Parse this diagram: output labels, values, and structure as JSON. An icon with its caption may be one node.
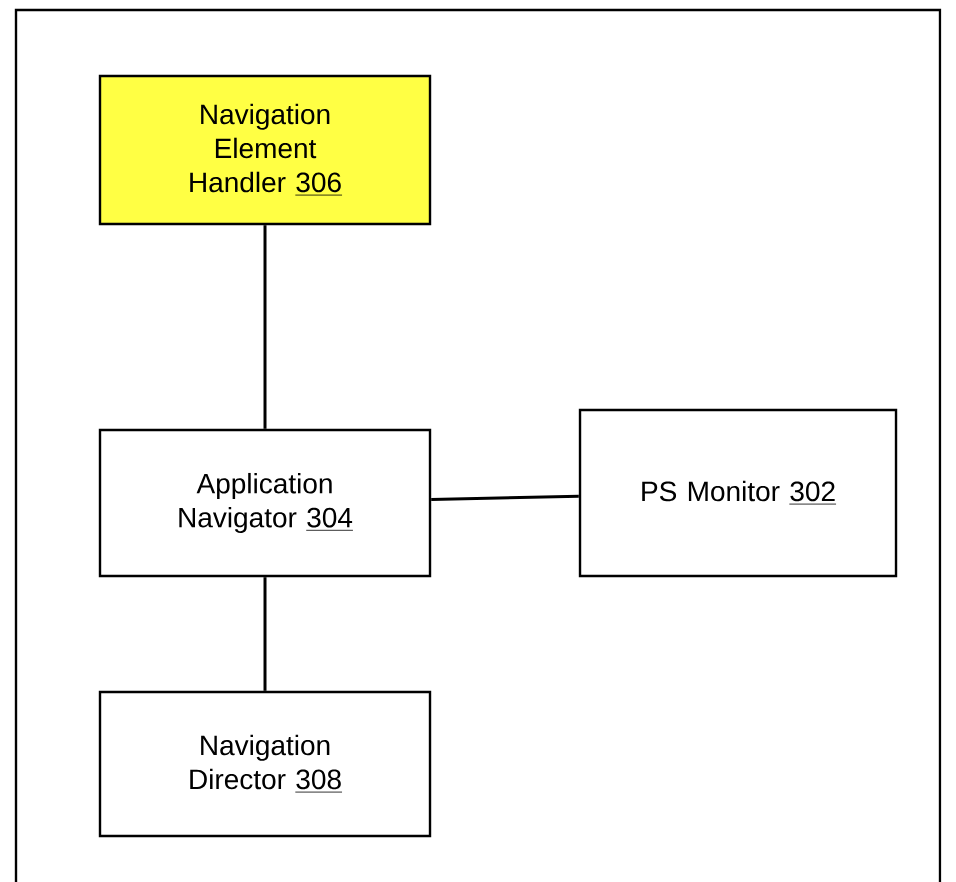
{
  "diagram": {
    "nodes": [
      {
        "text": [
          "Navigation Element Handler",
          "306"
        ]
      },
      {
        "text": [
          "Application Navigator",
          "304"
        ]
      },
      {
        "text": [
          "PS Monitor",
          "302"
        ]
      },
      {
        "text": [
          "Navigation Director",
          "308"
        ]
      }
    ],
    "edges": [
      {
        "from": 0,
        "to": 1,
        "arrow": "none"
      },
      {
        "from": 1,
        "to": 2,
        "arrow": "none"
      },
      {
        "from": 1,
        "to": 3,
        "arrow": "none"
      }
    ]
  }
}
